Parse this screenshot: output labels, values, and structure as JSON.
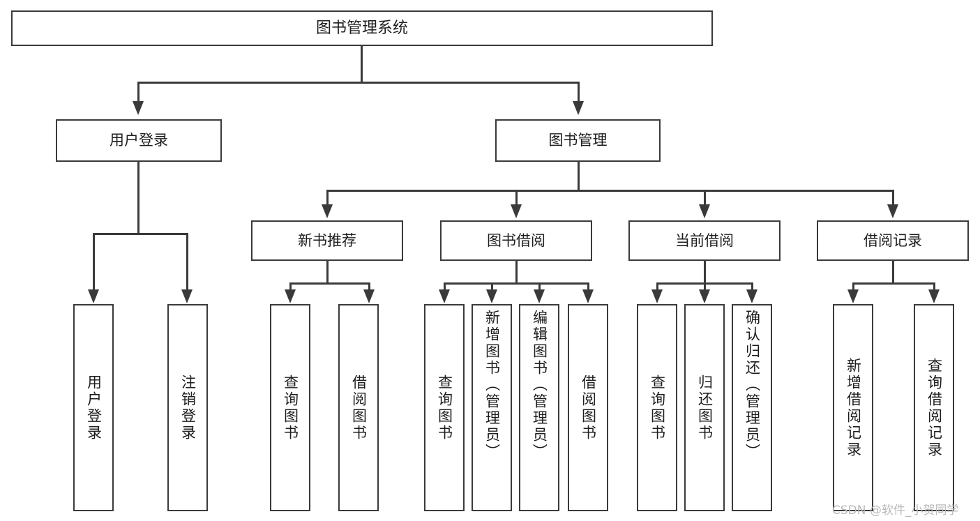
{
  "diagram": {
    "title": "图书管理系统",
    "type": "hierarchy-tree",
    "root": {
      "label": "图书管理系统"
    },
    "level2": [
      {
        "label": "用户登录"
      },
      {
        "label": "图书管理"
      }
    ],
    "level3": [
      {
        "label": "新书推荐"
      },
      {
        "label": "图书借阅"
      },
      {
        "label": "当前借阅"
      },
      {
        "label": "借阅记录"
      }
    ],
    "leaves": {
      "user_login": [
        {
          "label": "用户登录"
        },
        {
          "label": "注销登录"
        }
      ],
      "new_book_recommend": [
        {
          "label": "查询图书"
        },
        {
          "label": "借阅图书"
        }
      ],
      "book_borrow": [
        {
          "label": "查询图书"
        },
        {
          "label": "新增图书（管理员）"
        },
        {
          "label": "编辑图书（管理员）"
        },
        {
          "label": "借阅图书"
        }
      ],
      "current_borrow": [
        {
          "label": "查询图书"
        },
        {
          "label": "归还图书"
        },
        {
          "label": "确认归还（管理员）"
        }
      ],
      "borrow_record": [
        {
          "label": "新增借阅记录"
        },
        {
          "label": "查询借阅记录"
        }
      ]
    }
  },
  "watermark": {
    "text": "CSDN @软件_小贺同学"
  },
  "colors": {
    "stroke": "#3a3a3a",
    "text": "#1d1d1d",
    "background": "#ffffff",
    "watermark": "#b9b9b9"
  }
}
